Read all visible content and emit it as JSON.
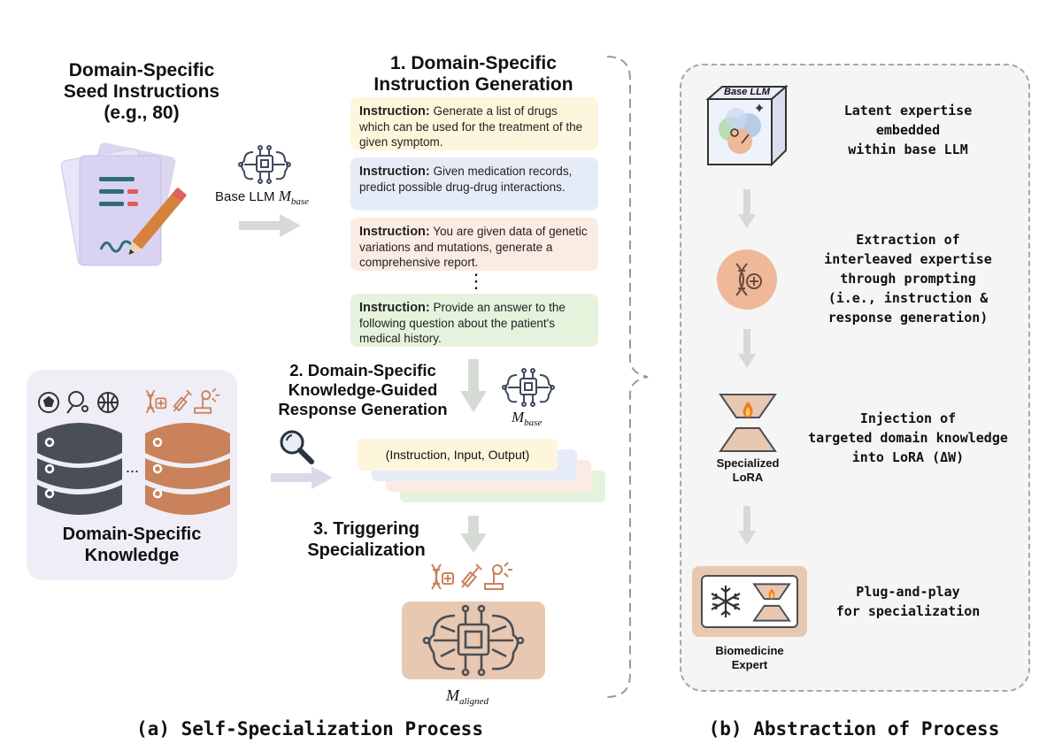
{
  "seed": {
    "title_lines": [
      "Domain-Specific",
      "Seed Instructions",
      "(e.g., 80)"
    ]
  },
  "base_llm": {
    "label": "Base LLM ",
    "symbol": "M",
    "subscript": "base"
  },
  "step1": {
    "title_lines": [
      "1. Domain-Specific",
      "Instruction Generation"
    ]
  },
  "instructions": [
    {
      "label": "Instruction:",
      "text": " Generate a list of drugs which can be used for the treatment of the given symptom.",
      "color": "#fdf6dc"
    },
    {
      "label": "Instruction:",
      "text": " Given medication records, predict possible drug-drug interactions.",
      "color": "#e6ecf7"
    },
    {
      "label": "Instruction:",
      "text": " You are given data of genetic variations and mutations, generate a comprehensive report.",
      "color": "#fbece3"
    },
    {
      "label": "Instruction:",
      "text": " Provide an answer to the following question about the patient's medical history.",
      "color": "#e6f3dc"
    }
  ],
  "ellipsis_vertical": "⋮",
  "step2": {
    "title_lines": [
      "2. Domain-Specific",
      "Knowledge-Guided",
      "Response Generation"
    ]
  },
  "m_base": {
    "symbol": "M",
    "subscript": "base"
  },
  "triple": "(Instruction, Input, Output)",
  "step3": {
    "title_lines": [
      "3. Triggering",
      "Specialization"
    ]
  },
  "m_aligned": {
    "symbol": "M",
    "subscript": "aligned"
  },
  "knowledge": {
    "title_lines": [
      "Domain-Specific",
      "Knowledge"
    ],
    "ellipsis": "..."
  },
  "caption_a": "(a) Self-Specialization Process",
  "caption_b": "(b) Abstraction of Process",
  "abstraction": {
    "cube_label": "Base LLM",
    "items": [
      {
        "lines": [
          "Latent expertise",
          "embedded",
          "within base LLM"
        ]
      },
      {
        "lines": [
          "Extraction of",
          "interleaved expertise",
          "through prompting",
          "(i.e., instruction &",
          "response generation)"
        ]
      },
      {
        "lines": [
          "Injection of",
          "targeted domain knowledge",
          "into LoRA (ΔW)"
        ]
      },
      {
        "lines": [
          "Plug-and-play",
          "for specialization"
        ]
      }
    ],
    "lora_label_lines": [
      "Specialized",
      "LoRA"
    ],
    "expert_label_lines": [
      "Biomedicine",
      "Expert"
    ]
  },
  "colors": {
    "orange": "#c9825a",
    "tan": "#e8c8b0",
    "gray_arrow": "#d6dad4",
    "lavender": "#efeef7",
    "dark": "#4a4f57"
  }
}
